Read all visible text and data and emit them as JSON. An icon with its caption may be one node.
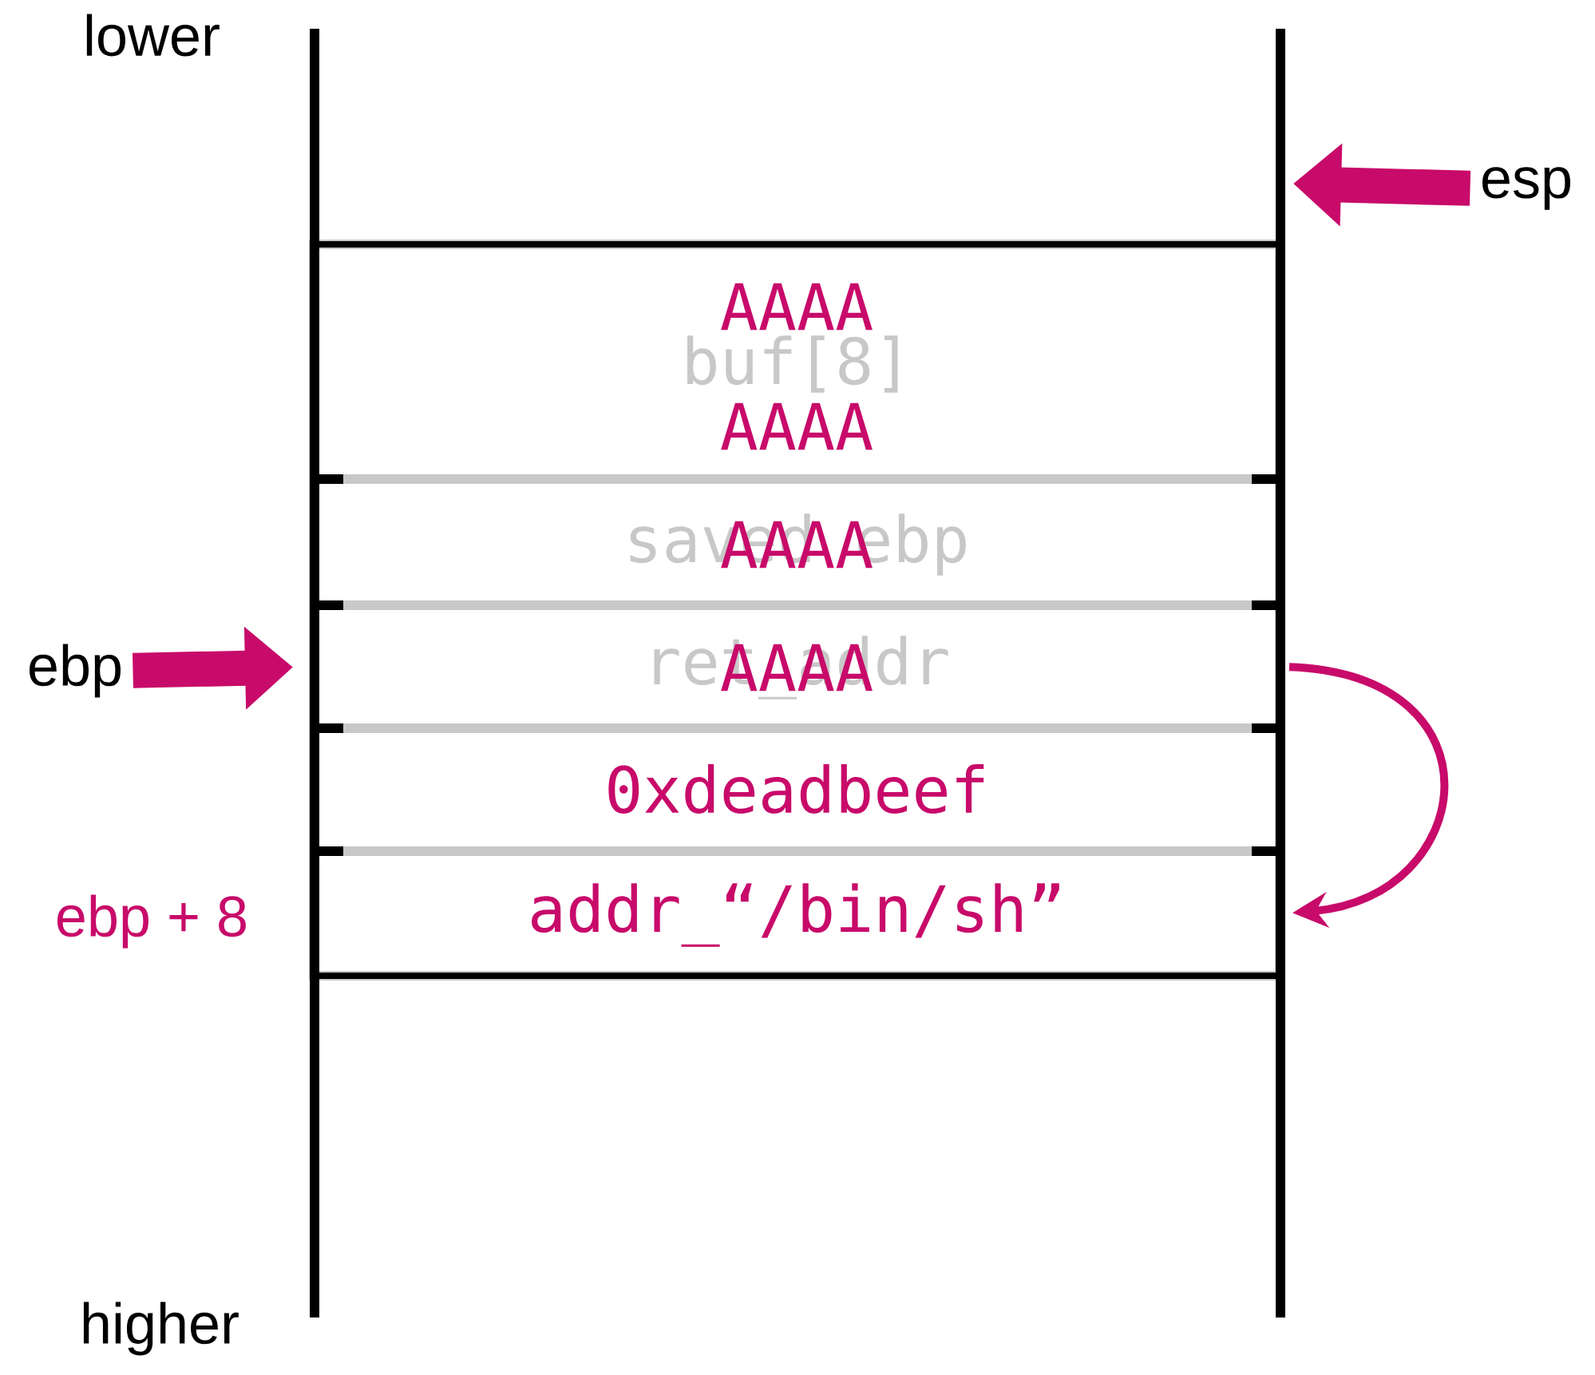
{
  "diagram": {
    "nodes": [
      {
        "text": [
          "AAAA",
          "buf[8]",
          "AAAA"
        ]
      },
      {
        "text": [
          "saved ebp",
          "AAAA"
        ]
      },
      {
        "text": [
          "ret_addr",
          "AAAA"
        ]
      },
      {
        "text": [
          "0xdeadbeef"
        ]
      },
      {
        "text": [
          "addr_“/bin/sh”"
        ],
        "beside": [
          "ebp + 8"
        ]
      },
      {
        "text": [
          "esp"
        ]
      },
      {
        "text": [
          "ebp"
        ]
      }
    ],
    "edges": [
      {
        "from": 5,
        "to": null,
        "arrow": "to"
      },
      {
        "from": 6,
        "to": 2,
        "arrow": "to"
      },
      {
        "from": 2,
        "to": 4,
        "arrow": "to"
      }
    ],
    "labels": [
      "lower",
      "higher"
    ]
  }
}
